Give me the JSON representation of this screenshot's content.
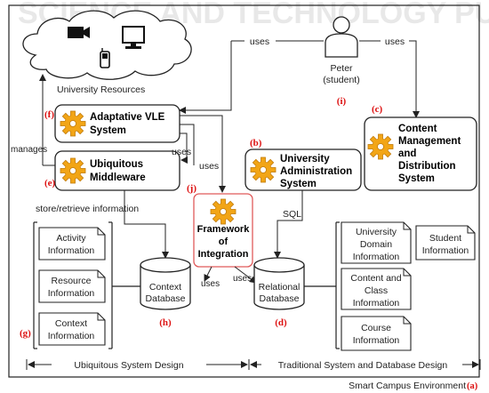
{
  "watermark": "SCIENCE AND TECHNOLOGY PUBLICATIONS",
  "cloud": {
    "label": "University Resources"
  },
  "person": {
    "name": "Peter",
    "role": "(student)",
    "marker": "(i)"
  },
  "edges": {
    "uses_left": "uses",
    "uses_right": "uses",
    "manages": "manages",
    "uses_mid": "uses",
    "uses_vle": "uses",
    "store": "store/retrieve information",
    "sql": "SQL",
    "uses_ctx": "uses",
    "uses_rel": "uses"
  },
  "vle": {
    "marker": "(f)",
    "line1": "Adaptative VLE",
    "line2": "System"
  },
  "middleware": {
    "marker": "(e)",
    "line1": "Ubiquitous",
    "line2": "Middleware"
  },
  "admin": {
    "marker": "(b)",
    "line1": "University",
    "line2": "Administration",
    "line3": "System"
  },
  "cms": {
    "marker": "(c)",
    "line1": "Content",
    "line2": "Management",
    "line3": "and",
    "line4": "Distribution",
    "line5": "System"
  },
  "framework": {
    "marker": "(j)",
    "line1": "Framework",
    "line2": "of",
    "line3": "Integration"
  },
  "context_db": {
    "marker": "(h)",
    "line1": "Context",
    "line2": "Database"
  },
  "relational_db": {
    "marker": "(d)",
    "line1": "Relational",
    "line2": "Database"
  },
  "left_docs": {
    "marker": "(g)",
    "activity": [
      "Activity",
      "Information"
    ],
    "resource": [
      "Resource",
      "Information"
    ],
    "context": [
      "Context",
      "Information"
    ]
  },
  "right_docs": {
    "domain": [
      "University",
      "Domain",
      "Information"
    ],
    "student": [
      "Student",
      "Information"
    ],
    "content": [
      "Content and",
      "Class",
      "Information"
    ],
    "course": [
      "Course",
      "Information"
    ]
  },
  "design": {
    "left": "Ubiquitous System Design",
    "right": "Traditional System and Database Design"
  },
  "footer": {
    "text": "Smart Campus Environment ",
    "marker": "(a)"
  },
  "colors": {
    "accent_red": "#dd1111",
    "gear": "#f2a516",
    "frame_border": "#e05a5a"
  }
}
